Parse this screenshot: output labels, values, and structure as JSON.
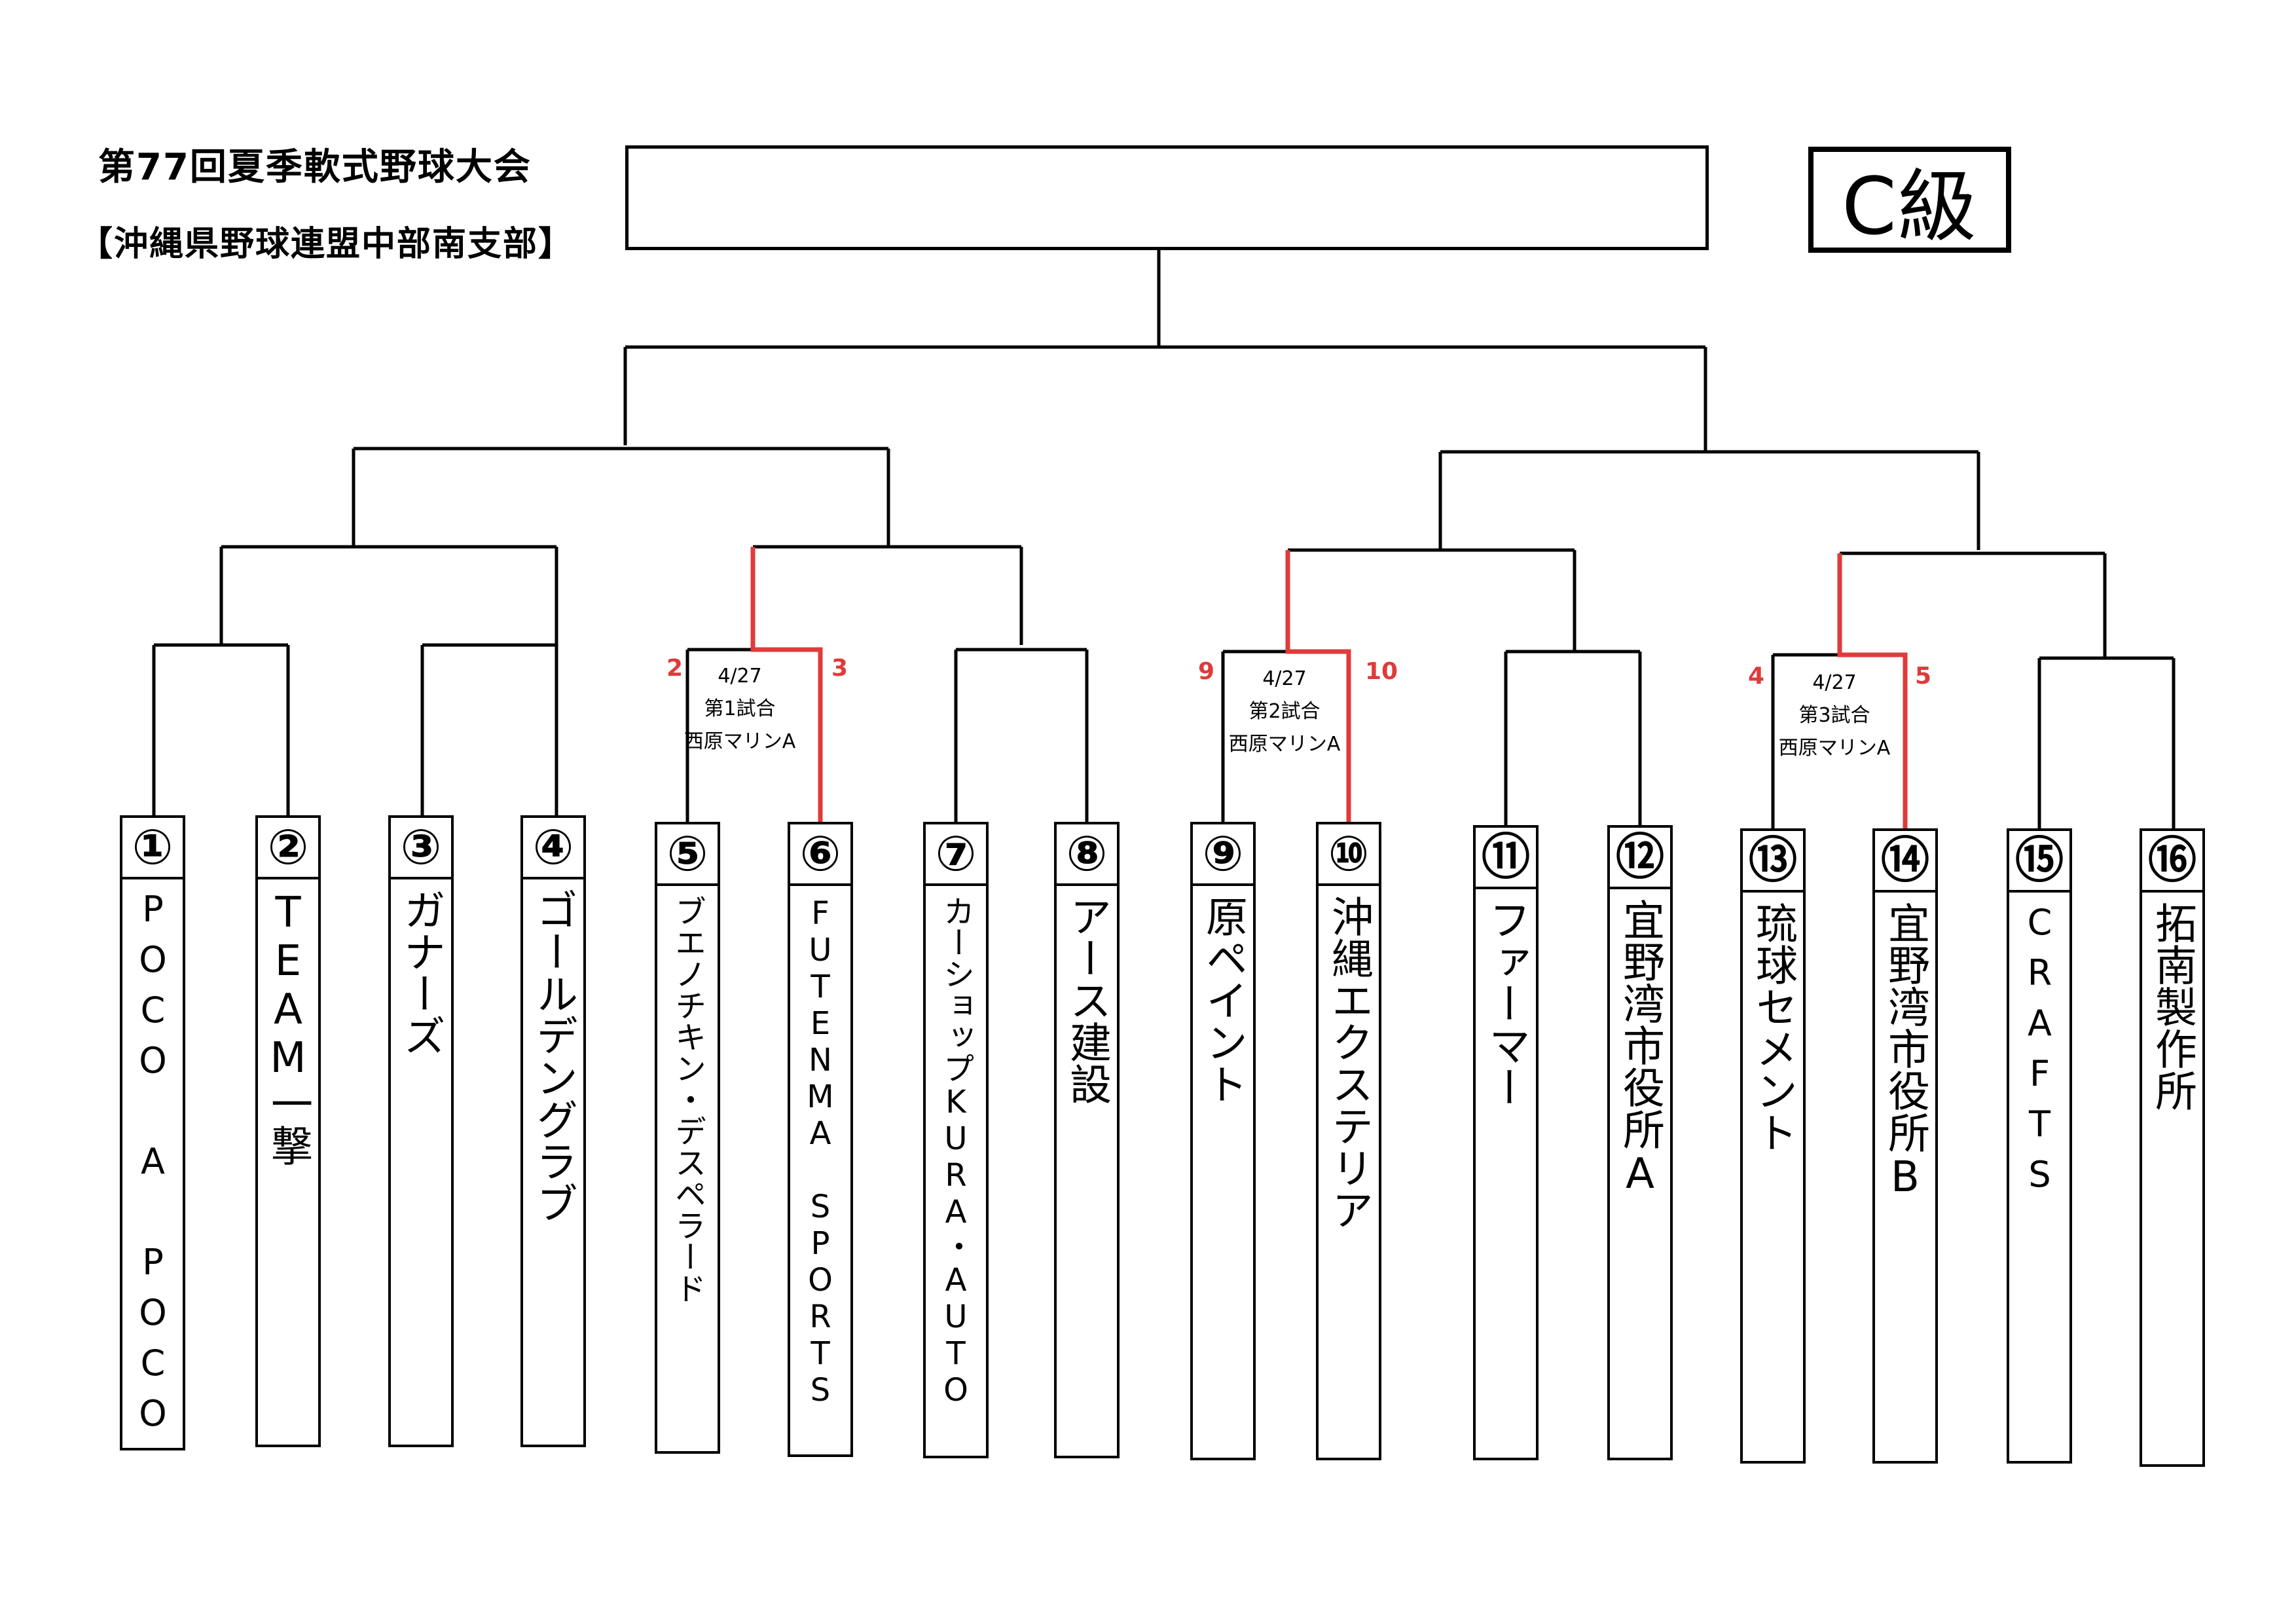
{
  "header": {
    "title": "第77回夏季軟式野球大会",
    "subtitle": "【沖縄県野球連盟中部南支部】",
    "class_label": "C級"
  },
  "teams": [
    {
      "num": "①",
      "name": "POCO A POCO"
    },
    {
      "num": "②",
      "name": "TEAM一撃"
    },
    {
      "num": "③",
      "name": "ガナーズ"
    },
    {
      "num": "④",
      "name": "ゴールデングラブ"
    },
    {
      "num": "⑤",
      "name": "ブエノチキン・デスペラード"
    },
    {
      "num": "⑥",
      "name": "FUTENMA SPORTS"
    },
    {
      "num": "⑦",
      "name": "カーショップKURA・AUTO"
    },
    {
      "num": "⑧",
      "name": "アース建設"
    },
    {
      "num": "⑨",
      "name": "原ペイント"
    },
    {
      "num": "⑩",
      "name": "沖縄エクステリア"
    },
    {
      "num": "⑪",
      "name": "ファーマー"
    },
    {
      "num": "⑫",
      "name": "宜野湾市役所A"
    },
    {
      "num": "⑬",
      "name": "琉球セメント"
    },
    {
      "num": "⑭",
      "name": "宜野湾市役所B"
    },
    {
      "num": "⑮",
      "name": "CRAFTS"
    },
    {
      "num": "⑯",
      "name": "拓南製作所"
    }
  ],
  "games": [
    {
      "date": "4/27",
      "match": "第1試合",
      "venue": "西原マリンA",
      "score_left": "2",
      "score_right": "3"
    },
    {
      "date": "4/27",
      "match": "第2試合",
      "venue": "西原マリンA",
      "score_left": "9",
      "score_right": "10"
    },
    {
      "date": "4/27",
      "match": "第3試合",
      "venue": "西原マリンA",
      "score_left": "4",
      "score_right": "5"
    }
  ],
  "colors": {
    "line": "#000000",
    "winner_path": "#e03a3a",
    "score": "#e03a3a"
  }
}
